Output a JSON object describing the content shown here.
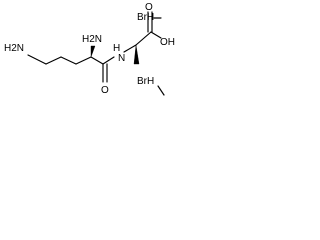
{
  "structure": {
    "labels": {
      "hbr_top": "BrH",
      "hbr_bottom": "BrH",
      "amine_terminal": "H2N",
      "amine_alpha": "H2N",
      "amide_nh": "H",
      "amide_n": "N",
      "carbonyl_o_left": "O",
      "carbonyl_o_right": "O",
      "hydroxyl": "OH"
    },
    "colors": {
      "bond": "#000000",
      "text": "#000000"
    }
  }
}
